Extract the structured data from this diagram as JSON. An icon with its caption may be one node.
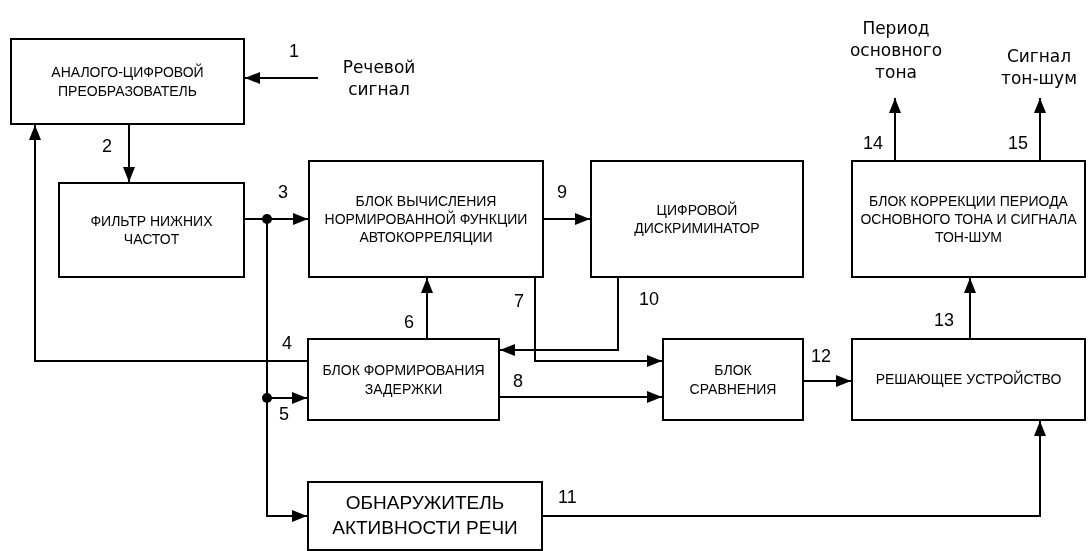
{
  "diagram": {
    "nodes": [
      {
        "text": [
          "АНАЛОГО-ЦИФРОВОЙ ПРЕОБРАЗОВАТЕЛЬ"
        ]
      },
      {
        "text": [
          "Речевой сигнал"
        ]
      },
      {
        "text": [
          "ФИЛЬТР НИЖНИХ ЧАСТОТ"
        ]
      },
      {
        "text": [
          "БЛОК ВЫЧИСЛЕНИЯ НОРМИРОВАННОЙ ФУНКЦИИ АВТОКОРРЕЛЯЦИИ"
        ]
      },
      {
        "text": [
          "ЦИФРОВОЙ ДИСКРИМИНАТОР"
        ]
      },
      {
        "text": [
          "БЛОК КОРРЕКЦИИ ПЕРИОДА ОСНОВНОГО ТОНА И СИГНАЛА ТОН-ШУМ"
        ]
      },
      {
        "text": [
          "Период основного тона"
        ]
      },
      {
        "text": [
          "Сигнал тон-шум"
        ]
      },
      {
        "text": [
          "БЛОК ФОРМИРОВАНИЯ ЗАДЕРЖКИ"
        ]
      },
      {
        "text": [
          "БЛОК СРАВНЕНИЯ"
        ]
      },
      {
        "text": [
          "РЕШАЮЩЕЕ УСТРОЙСТВО"
        ]
      },
      {
        "text": [
          "ОБНАРУЖИТЕЛЬ АКТИВНОСТИ РЕЧИ"
        ]
      }
    ],
    "edges": [
      {
        "from": 1,
        "to": 0,
        "arrow": "to",
        "label": "1"
      },
      {
        "from": 0,
        "to": 2,
        "arrow": "to",
        "label": "2"
      },
      {
        "from": 2,
        "to": 3,
        "arrow": "to",
        "label": "3"
      },
      {
        "from": 2,
        "to": 8,
        "arrow": "to",
        "label": "5"
      },
      {
        "from": 2,
        "to": 11,
        "arrow": "to"
      },
      {
        "from": 8,
        "to": 0,
        "arrow": "to",
        "label": "4"
      },
      {
        "from": 8,
        "to": 3,
        "arrow": "to",
        "label": "6"
      },
      {
        "from": 3,
        "to": 9,
        "arrow": "to",
        "label": "7"
      },
      {
        "from": 3,
        "to": 4,
        "arrow": "to",
        "label": "9"
      },
      {
        "from": 4,
        "to": 8,
        "arrow": "to",
        "label": "10"
      },
      {
        "from": 8,
        "to": 9,
        "arrow": "to",
        "label": "8"
      },
      {
        "from": 9,
        "to": 10,
        "arrow": "to",
        "label": "12"
      },
      {
        "from": 11,
        "to": 10,
        "arrow": "to",
        "label": "11"
      },
      {
        "from": 10,
        "to": 5,
        "arrow": "to",
        "label": "13"
      },
      {
        "from": 5,
        "to": 6,
        "arrow": "to",
        "label": "14"
      },
      {
        "from": 5,
        "to": 7,
        "arrow": "to",
        "label": "15"
      }
    ]
  }
}
